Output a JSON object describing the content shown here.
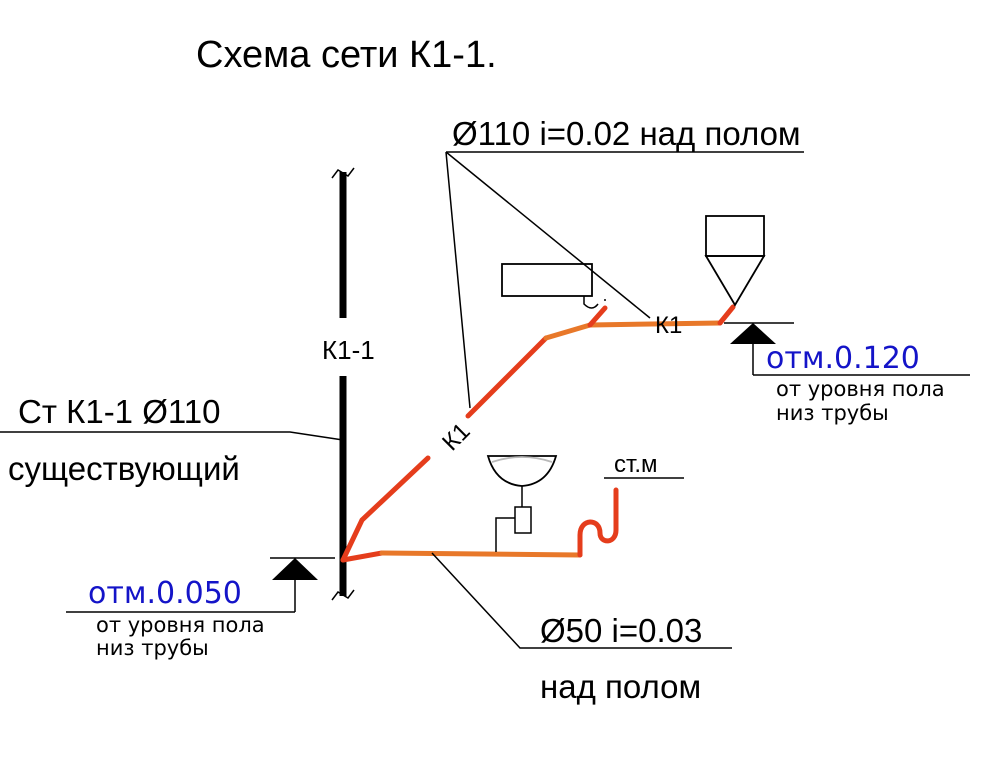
{
  "title": "Схема сети К1-1.",
  "riser": {
    "label": "К1-1",
    "leader_line1": "Ст К1-1 Ø110",
    "leader_line2": "существующий"
  },
  "pipe_upper": {
    "spec": "Ø110 i=0.02 над полом",
    "mark_near_fixture": "К1",
    "mark_diagonal": "К1"
  },
  "pipe_lower": {
    "spec_line1": "Ø50 i=0.03",
    "spec_line2": "над полом",
    "wall_mark": "ст.м"
  },
  "elevation_left": {
    "value": "отм.0.050",
    "note_line1": "от уровня пола",
    "note_line2": "низ трубы"
  },
  "elevation_right": {
    "value": "отм.0.120",
    "note_line1": "от уровня пола",
    "note_line2": "низ трубы"
  },
  "colors": {
    "pipe_red": "#e53d1c",
    "pipe_orange": "#e8782a",
    "elevation_text": "#1414c8",
    "line": "#000000"
  }
}
